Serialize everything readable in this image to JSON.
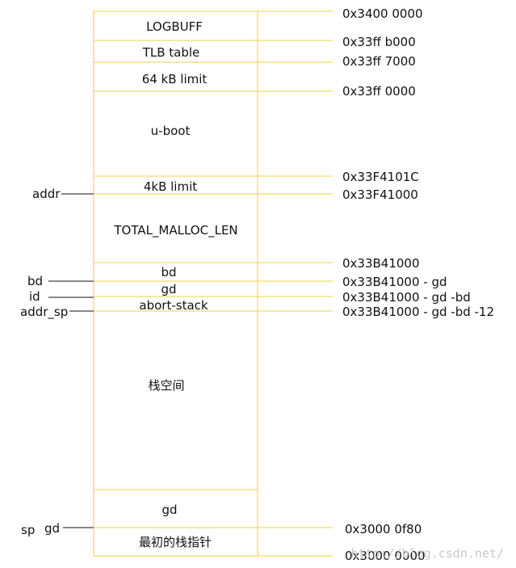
{
  "colors": {
    "box": "#f0d040",
    "line": "#111111",
    "text": "#111111",
    "watermark": "#c9c9c9"
  },
  "segments": [
    {
      "label": "LOGBUFF"
    },
    {
      "label": "TLB table"
    },
    {
      "label": "64 kB limit"
    },
    {
      "label": "u-boot"
    },
    {
      "label": "4kB limit"
    },
    {
      "label": "TOTAL_MALLOC_LEN"
    },
    {
      "label": "bd"
    },
    {
      "label": "gd"
    },
    {
      "label": "abort-stack"
    },
    {
      "label": "栈空间"
    },
    {
      "label": "gd"
    },
    {
      "label": "最初的栈指针"
    }
  ],
  "addresses": [
    {
      "label": "0x3400 0000"
    },
    {
      "label": "0x33ff b000"
    },
    {
      "label": "0x33ff 7000"
    },
    {
      "label": "0x33ff 0000"
    },
    {
      "label": "0x33F4101C"
    },
    {
      "label": "0x33F41000"
    },
    {
      "label": "0x33B41000"
    },
    {
      "label": "0x33B41000 - gd"
    },
    {
      "label": "0x33B41000 - gd -bd"
    },
    {
      "label": "0x33B41000 - gd -bd -12"
    },
    {
      "label": "0x3000 0f80"
    },
    {
      "label": "0x3000 0000"
    }
  ],
  "pointers": [
    {
      "label": "addr"
    },
    {
      "label": "bd"
    },
    {
      "label": "id"
    },
    {
      "label": "addr_sp"
    },
    {
      "label": "sp"
    },
    {
      "label": "gd"
    }
  ],
  "watermark": "http://blog.csdn.net/"
}
